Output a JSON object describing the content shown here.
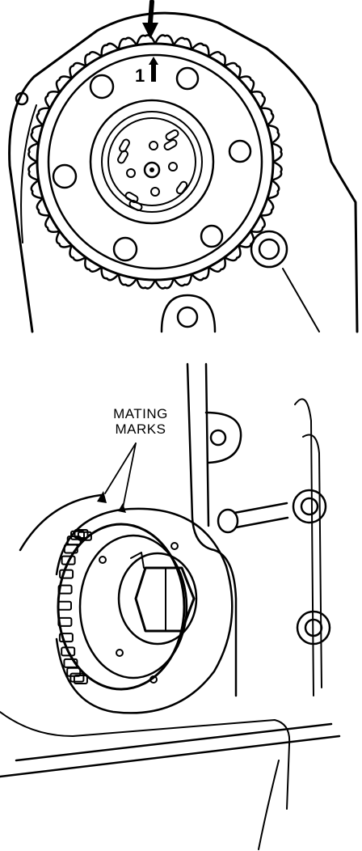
{
  "top_figure": {
    "timing_mark_number": "1"
  },
  "bottom_figure": {
    "callout_line1": "MATING",
    "callout_line2": "MARKS"
  },
  "colors": {
    "ink": "#000000",
    "paper": "#ffffff"
  }
}
